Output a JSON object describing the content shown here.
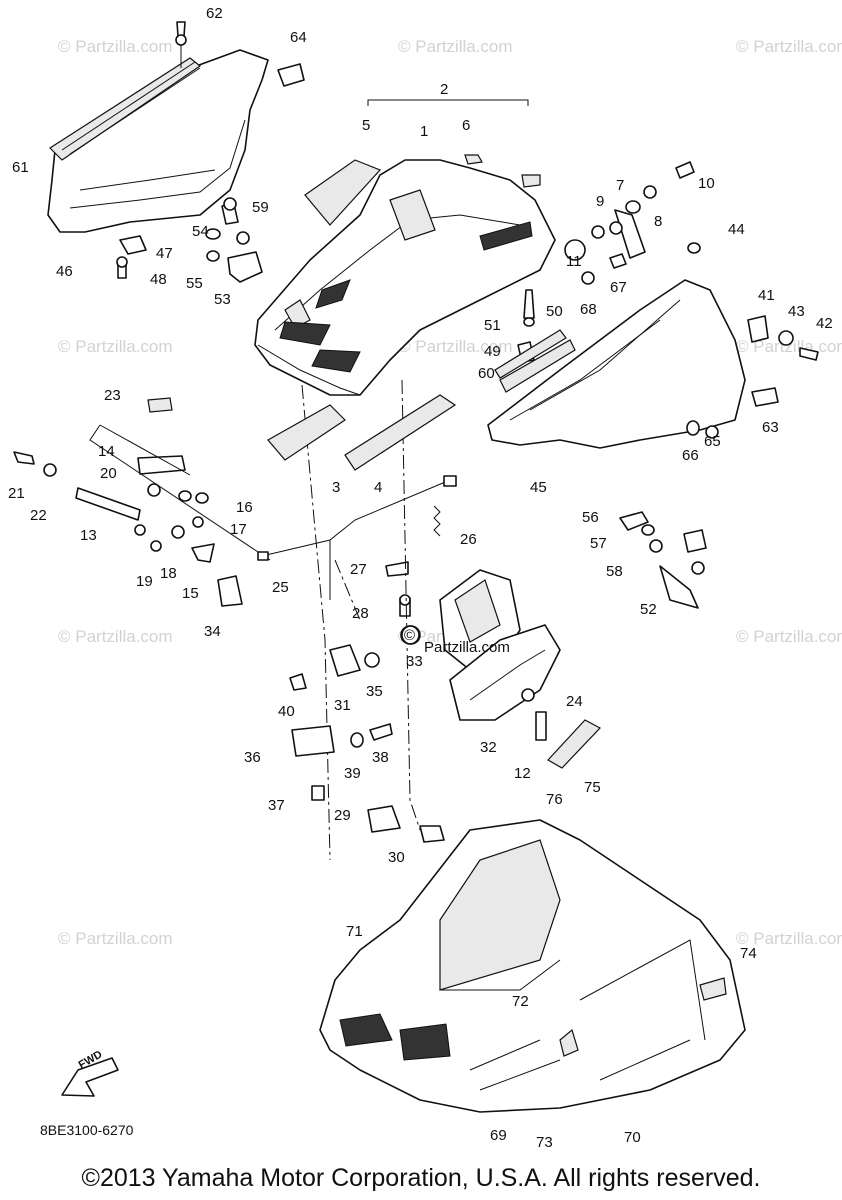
{
  "watermark": "© Partzilla.com",
  "center_watermark": "Partzilla.com",
  "callouts": [
    "1",
    "2",
    "3",
    "4",
    "5",
    "6",
    "7",
    "8",
    "9",
    "10",
    "11",
    "12",
    "13",
    "14",
    "15",
    "16",
    "17",
    "18",
    "19",
    "20",
    "21",
    "22",
    "23",
    "24",
    "25",
    "26",
    "27",
    "28",
    "29",
    "30",
    "31",
    "32",
    "33",
    "34",
    "35",
    "36",
    "37",
    "38",
    "39",
    "40",
    "41",
    "42",
    "43",
    "44",
    "45",
    "46",
    "47",
    "48",
    "49",
    "50",
    "51",
    "52",
    "53",
    "54",
    "55",
    "56",
    "57",
    "58",
    "59",
    "60",
    "61",
    "62",
    "63",
    "64",
    "65",
    "66",
    "67",
    "68",
    "69",
    "70",
    "71",
    "72",
    "73",
    "74",
    "75",
    "76"
  ],
  "fwd_label": "FWD",
  "drawing_code": "8BE3100-6270",
  "copyright": "©2013 Yamaha Motor Corporation, U.S.A. All rights reserved."
}
